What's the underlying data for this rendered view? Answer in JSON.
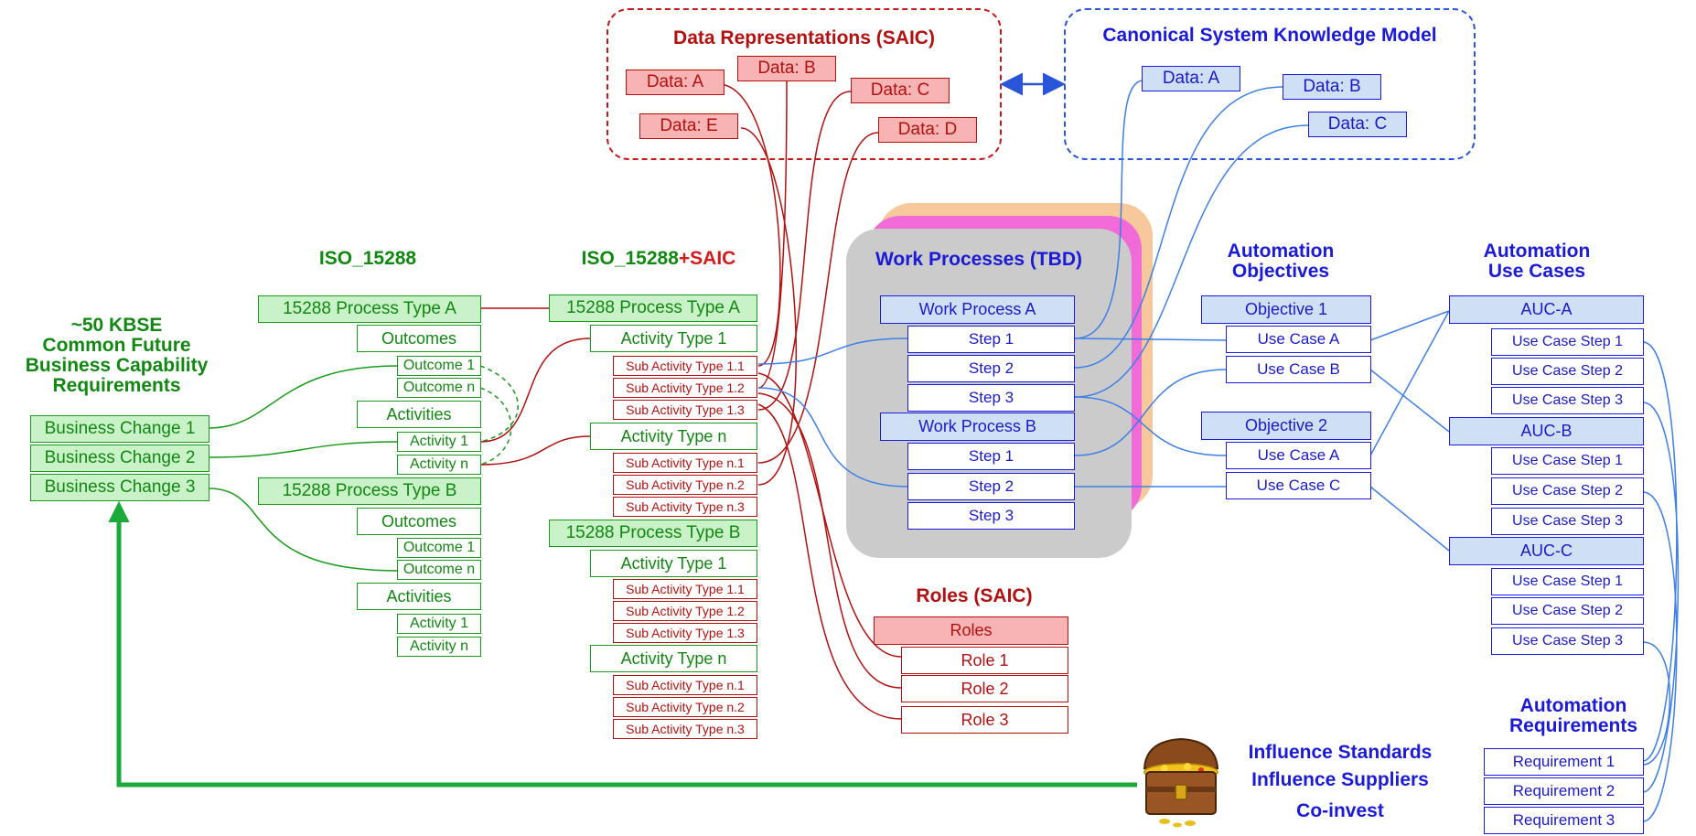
{
  "headers": {
    "kbse": "~50 KBSE\nCommon Future\nBusiness Capability\nRequirements",
    "iso": "ISO_15288",
    "iso_saic_a": "ISO_15288",
    "iso_saic_b": "+SAIC",
    "data_repr": "Data Representations (SAIC)",
    "canonical": "Canonical System Knowledge Model",
    "work_processes": "Work Processes (TBD)",
    "automation_objectives": "Automation\nObjectives",
    "automation_use_cases": "Automation\nUse Cases",
    "roles": "Roles (SAIC)",
    "automation_requirements": "Automation\nRequirements"
  },
  "business_changes": [
    "Business Change 1",
    "Business Change 2",
    "Business Change 3"
  ],
  "iso": {
    "process_a": "15288 Process Type A",
    "process_b": "15288 Process Type B",
    "outcomes": "Outcomes",
    "outcome_1": "Outcome 1",
    "outcome_n": "Outcome n",
    "activities": "Activities",
    "activity_1": "Activity 1",
    "activity_n": "Activity n"
  },
  "saic": {
    "process_a": "15288 Process Type A",
    "process_b": "15288 Process Type B",
    "activity_type_1": "Activity Type 1",
    "activity_type_n": "Activity Type n",
    "subs_1": [
      "Sub Activity Type 1.1",
      "Sub Activity Type 1.2",
      "Sub Activity Type 1.3"
    ],
    "subs_n": [
      "Sub Activity Type n.1",
      "Sub Activity Type n.2",
      "Sub Activity Type n.3"
    ]
  },
  "data_repr_items": [
    "Data: A",
    "Data: B",
    "Data: C",
    "Data: D",
    "Data: E"
  ],
  "canonical_items": [
    "Data: A",
    "Data: B",
    "Data: C"
  ],
  "work_processes": {
    "wp_a": "Work Process A",
    "wp_b": "Work Process B",
    "steps": [
      "Step 1",
      "Step 2",
      "Step 3"
    ]
  },
  "objectives": {
    "obj_1": "Objective 1",
    "obj_2": "Objective 2",
    "use_case_a": "Use Case A",
    "use_case_b": "Use Case B",
    "use_case_c": "Use Case C"
  },
  "auc": {
    "a": "AUC-A",
    "b": "AUC-B",
    "c": "AUC-C",
    "steps": [
      "Use Case Step 1",
      "Use Case Step 2",
      "Use Case Step 3"
    ]
  },
  "roles": {
    "header_box": "Roles",
    "items": [
      "Role 1",
      "Role 2",
      "Role 3"
    ]
  },
  "requirements": [
    "Requirement 1",
    "Requirement 2",
    "Requirement 3"
  ],
  "influence": [
    "Influence Standards",
    "Influence Suppliers",
    "Co-invest"
  ],
  "colors": {
    "green": "#118811",
    "red": "#b31010",
    "blue": "#1a1ac8",
    "arrow_green": "#1aaa3a"
  },
  "icons": {
    "treasure": "treasure-chest-icon"
  }
}
